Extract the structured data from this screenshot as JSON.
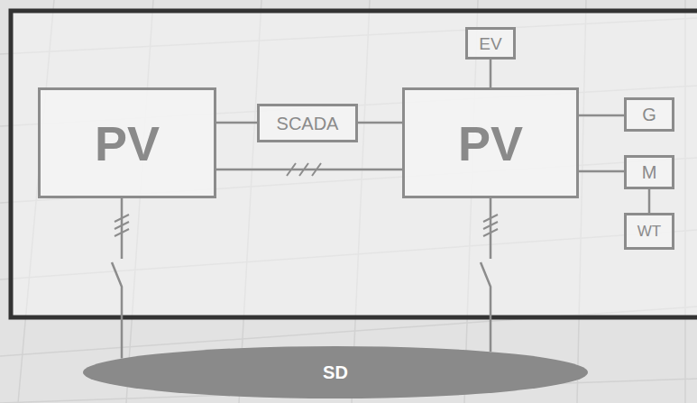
{
  "diagram": {
    "nodes": [
      {
        "text": [
          "PV"
        ]
      },
      {
        "text": [
          "SCADA"
        ]
      },
      {
        "text": [
          "PV"
        ]
      },
      {
        "text": [
          "EV"
        ]
      },
      {
        "text": [
          "G"
        ]
      },
      {
        "text": [
          "M"
        ]
      },
      {
        "text": [
          "WT"
        ]
      },
      {
        "text": [
          "SD"
        ]
      }
    ],
    "edges": [
      {
        "from": 0,
        "to": 1,
        "arrow": "none"
      },
      {
        "from": 1,
        "to": 2,
        "arrow": "none"
      },
      {
        "from": 0,
        "to": 2,
        "arrow": "none"
      },
      {
        "from": 3,
        "to": 2,
        "arrow": "none"
      },
      {
        "from": 2,
        "to": 4,
        "arrow": "none"
      },
      {
        "from": 2,
        "to": 5,
        "arrow": "none"
      },
      {
        "from": 5,
        "to": 6,
        "arrow": "none"
      },
      {
        "from": 0,
        "to": 7,
        "arrow": "none"
      },
      {
        "from": 2,
        "to": 7,
        "arrow": "none"
      }
    ]
  }
}
